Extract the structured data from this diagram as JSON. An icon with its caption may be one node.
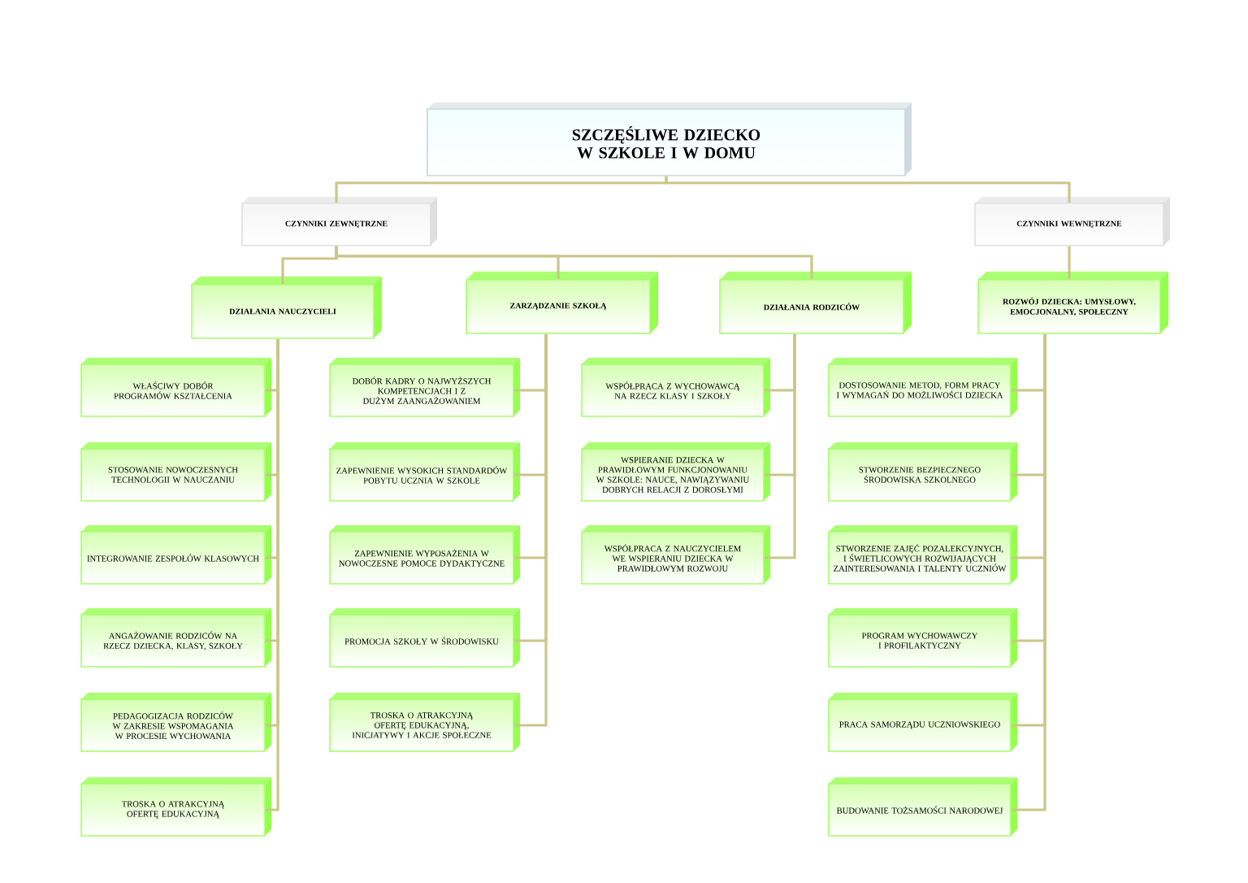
{
  "diagram": {
    "nodes": [
      {
        "text": [
          "SZCZĘŚLIWE DZIECKO W SZKOLE I W DOMU"
        ]
      },
      {
        "text": [
          "CZYNNIKI ZEWNĘTRZNE"
        ]
      },
      {
        "text": [
          "CZYNNIKI WEWNĘTRZNE"
        ]
      },
      {
        "text": [
          "DZIAŁANIA NAUCZYCIELI"
        ]
      },
      {
        "text": [
          "ZARZĄDZANIE SZKOŁĄ"
        ]
      },
      {
        "text": [
          "DZIAŁANIA RODZICÓW"
        ]
      },
      {
        "text": [
          "ROZWÓJ DZIECKA: UMYSŁOWY, EMOCJONALNY, SPOŁECZNY"
        ]
      },
      {
        "text": [
          "WŁAŚCIWY DOBÓR PROGRAMÓW KSZTAŁCENIA"
        ]
      },
      {
        "text": [
          "DOBÓR KADRY O NAJWYŻSZYCH KOMPETENCJACH I Z DUŻYM ZAANGAŻOWANIEM"
        ]
      },
      {
        "text": [
          "WSPÓŁPRACA Z WYCHOWAWCĄ NA RZECZ KLASY I SZKOŁY"
        ]
      },
      {
        "text": [
          "DOSTOSOWANIE METOD, FORM PRACY I WYMAGAŃ DO MOŻLIWOŚCI DZIECKA"
        ]
      },
      {
        "text": [
          "STOSOWANIE NOWOCZESNYCH TECHNOLOGII W NAUCZANIU"
        ]
      },
      {
        "text": [
          "ZAPEWNIENIE WYSOKICH STANDARDÓW POBYTU UCZNIA W SZKOLE"
        ]
      },
      {
        "text": [
          "WSPIERANIE DZIECKA W PRAWIDŁOWYM FUNKCJONOWANIU W SZKOLE: NAUCE, NAWIĄZYWANIU DOBRYCH RELACJI Z DOROSŁYMI"
        ]
      },
      {
        "text": [
          "STWORZENIE BEZPIECZNEGO ŚRODOWISKA SZKOLNEGO"
        ]
      },
      {
        "text": [
          "INTEGROWANIE ZESPOŁÓW KLASOWYCH"
        ]
      },
      {
        "text": [
          "ZAPEWNIENIE WYPOSAŻENIA W NOWOCZESNE POMOCE DYDAKTYCZNE"
        ]
      },
      {
        "text": [
          "WSPÓŁPRACA Z NAUCZYCIELEM WE WSPIERANIU DZIECKA W PRAWIDŁOWYM ROZWOJU"
        ]
      },
      {
        "text": [
          "STWORZENIE ZAJĘĆ POZALEKCYJNYCH, I ŚWIETLICOWYCH ROZWIJAJĄCYCH ZAINTERESOWANIA I TALENTY UCZNIÓW"
        ]
      },
      {
        "text": [
          "ANGAŻOWANIE RODZICÓW NA RZECZ DZIECKA, KLASY, SZKOŁY"
        ]
      },
      {
        "text": [
          "PROMOCJA SZKOŁY W ŚRODOWISKU"
        ]
      },
      {
        "text": [
          "PROGRAM WYCHOWAWCZY I PROFILAKTYCZNY"
        ]
      },
      {
        "text": [
          "PEDAGOGIZACJA RODZICÓW W ZAKRESIE WSPOMAGANIA W PROCESIE WYCHOWANIA"
        ]
      },
      {
        "text": [
          "TROSKA O ATRAKCYJNĄ OFERTĘ EDUKACYJNĄ, INICJATYWY I AKCJE SPOŁECZNE"
        ]
      },
      {
        "text": [
          "PRACA SAMORZĄDU UCZNIOWSKIEGO"
        ]
      },
      {
        "text": [
          "TROSKA O ATRAKCYJNĄ OFERTĘ EDUKACYJNĄ"
        ]
      },
      {
        "text": [
          "BUDOWANIE TOŻSAMOŚCI NARODOWEJ"
        ]
      }
    ],
    "edges": [
      {
        "from": 0,
        "to": 1,
        "arrow": "none"
      },
      {
        "from": 0,
        "to": 2,
        "arrow": "none"
      },
      {
        "from": 1,
        "to": 3,
        "arrow": "none"
      },
      {
        "from": 1,
        "to": 4,
        "arrow": "none"
      },
      {
        "from": 1,
        "to": 5,
        "arrow": "none"
      },
      {
        "from": 2,
        "to": 6,
        "arrow": "none"
      },
      {
        "from": 3,
        "to": 7,
        "arrow": "none"
      },
      {
        "from": 3,
        "to": 11,
        "arrow": "none"
      },
      {
        "from": 3,
        "to": 15,
        "arrow": "none"
      },
      {
        "from": 3,
        "to": 19,
        "arrow": "none"
      },
      {
        "from": 3,
        "to": 22,
        "arrow": "none"
      },
      {
        "from": 3,
        "to": 25,
        "arrow": "none"
      },
      {
        "from": 4,
        "to": 8,
        "arrow": "none"
      },
      {
        "from": 4,
        "to": 12,
        "arrow": "none"
      },
      {
        "from": 4,
        "to": 16,
        "arrow": "none"
      },
      {
        "from": 4,
        "to": 20,
        "arrow": "none"
      },
      {
        "from": 4,
        "to": 23,
        "arrow": "none"
      },
      {
        "from": 5,
        "to": 9,
        "arrow": "none"
      },
      {
        "from": 5,
        "to": 13,
        "arrow": "none"
      },
      {
        "from": 5,
        "to": 17,
        "arrow": "none"
      },
      {
        "from": 6,
        "to": 10,
        "arrow": "none"
      },
      {
        "from": 6,
        "to": 14,
        "arrow": "none"
      },
      {
        "from": 6,
        "to": 18,
        "arrow": "none"
      },
      {
        "from": 6,
        "to": 21,
        "arrow": "none"
      },
      {
        "from": 6,
        "to": 24,
        "arrow": "none"
      },
      {
        "from": 6,
        "to": 26,
        "arrow": "none"
      }
    ]
  }
}
